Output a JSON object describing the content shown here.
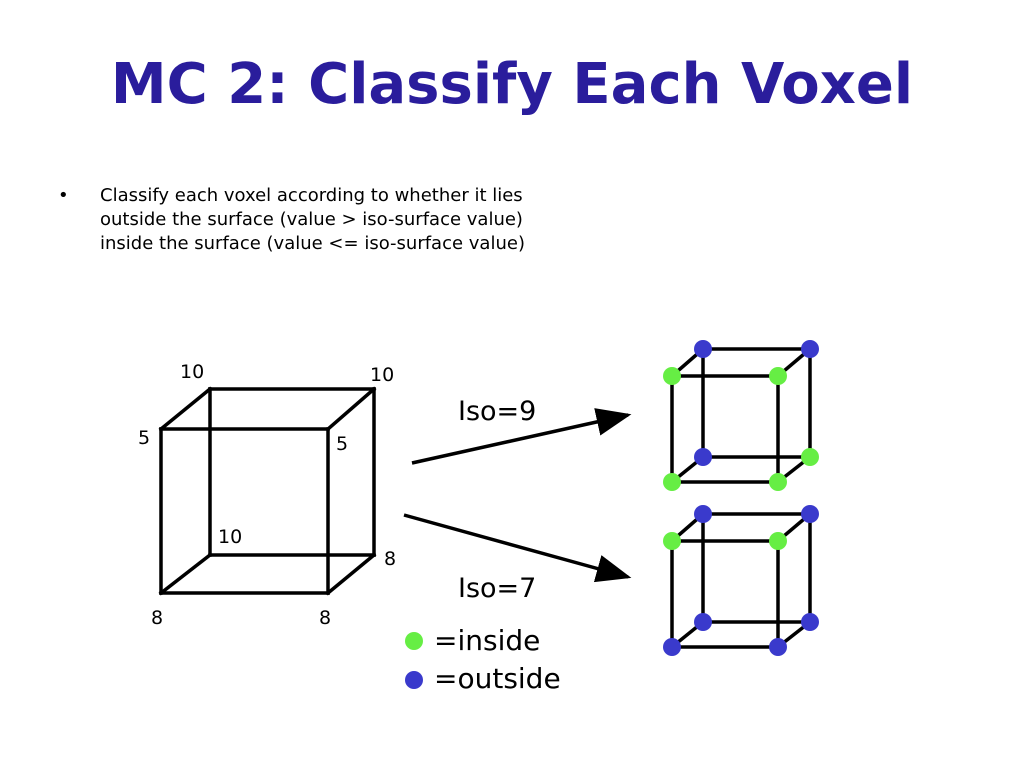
{
  "slide": {
    "title": "MC 2: Classify Each Voxel",
    "bullet_symbol": "•",
    "bullet_lines": [
      "Classify each voxel according to whether it lies",
      "outside the surface (value > iso-surface value)",
      "inside the surface (value <= iso-surface value)"
    ]
  },
  "voxel": {
    "corner_values": {
      "back_top_left": "10",
      "back_top_right": "10",
      "front_top_left": "5",
      "front_top_right": "5",
      "back_bottom_left": "10",
      "back_bottom_right": "8",
      "front_bottom_left": "8",
      "front_bottom_right": "8"
    }
  },
  "cases": [
    {
      "label": "Iso=9",
      "corners": {
        "back_top_left": "outside",
        "back_top_right": "outside",
        "front_top_left": "inside",
        "front_top_right": "inside",
        "back_bottom_left": "outside",
        "back_bottom_right": "inside",
        "front_bottom_left": "inside",
        "front_bottom_right": "inside"
      }
    },
    {
      "label": "Iso=7",
      "corners": {
        "back_top_left": "outside",
        "back_top_right": "outside",
        "front_top_left": "inside",
        "front_top_right": "inside",
        "back_bottom_left": "outside",
        "back_bottom_right": "outside",
        "front_bottom_left": "outside",
        "front_bottom_right": "outside"
      }
    }
  ],
  "legend": {
    "inside_label": "=inside",
    "outside_label": "=outside"
  },
  "colors": {
    "title": "#2a1d9c",
    "inside": "#66ee44",
    "outside": "#3a3acc"
  }
}
